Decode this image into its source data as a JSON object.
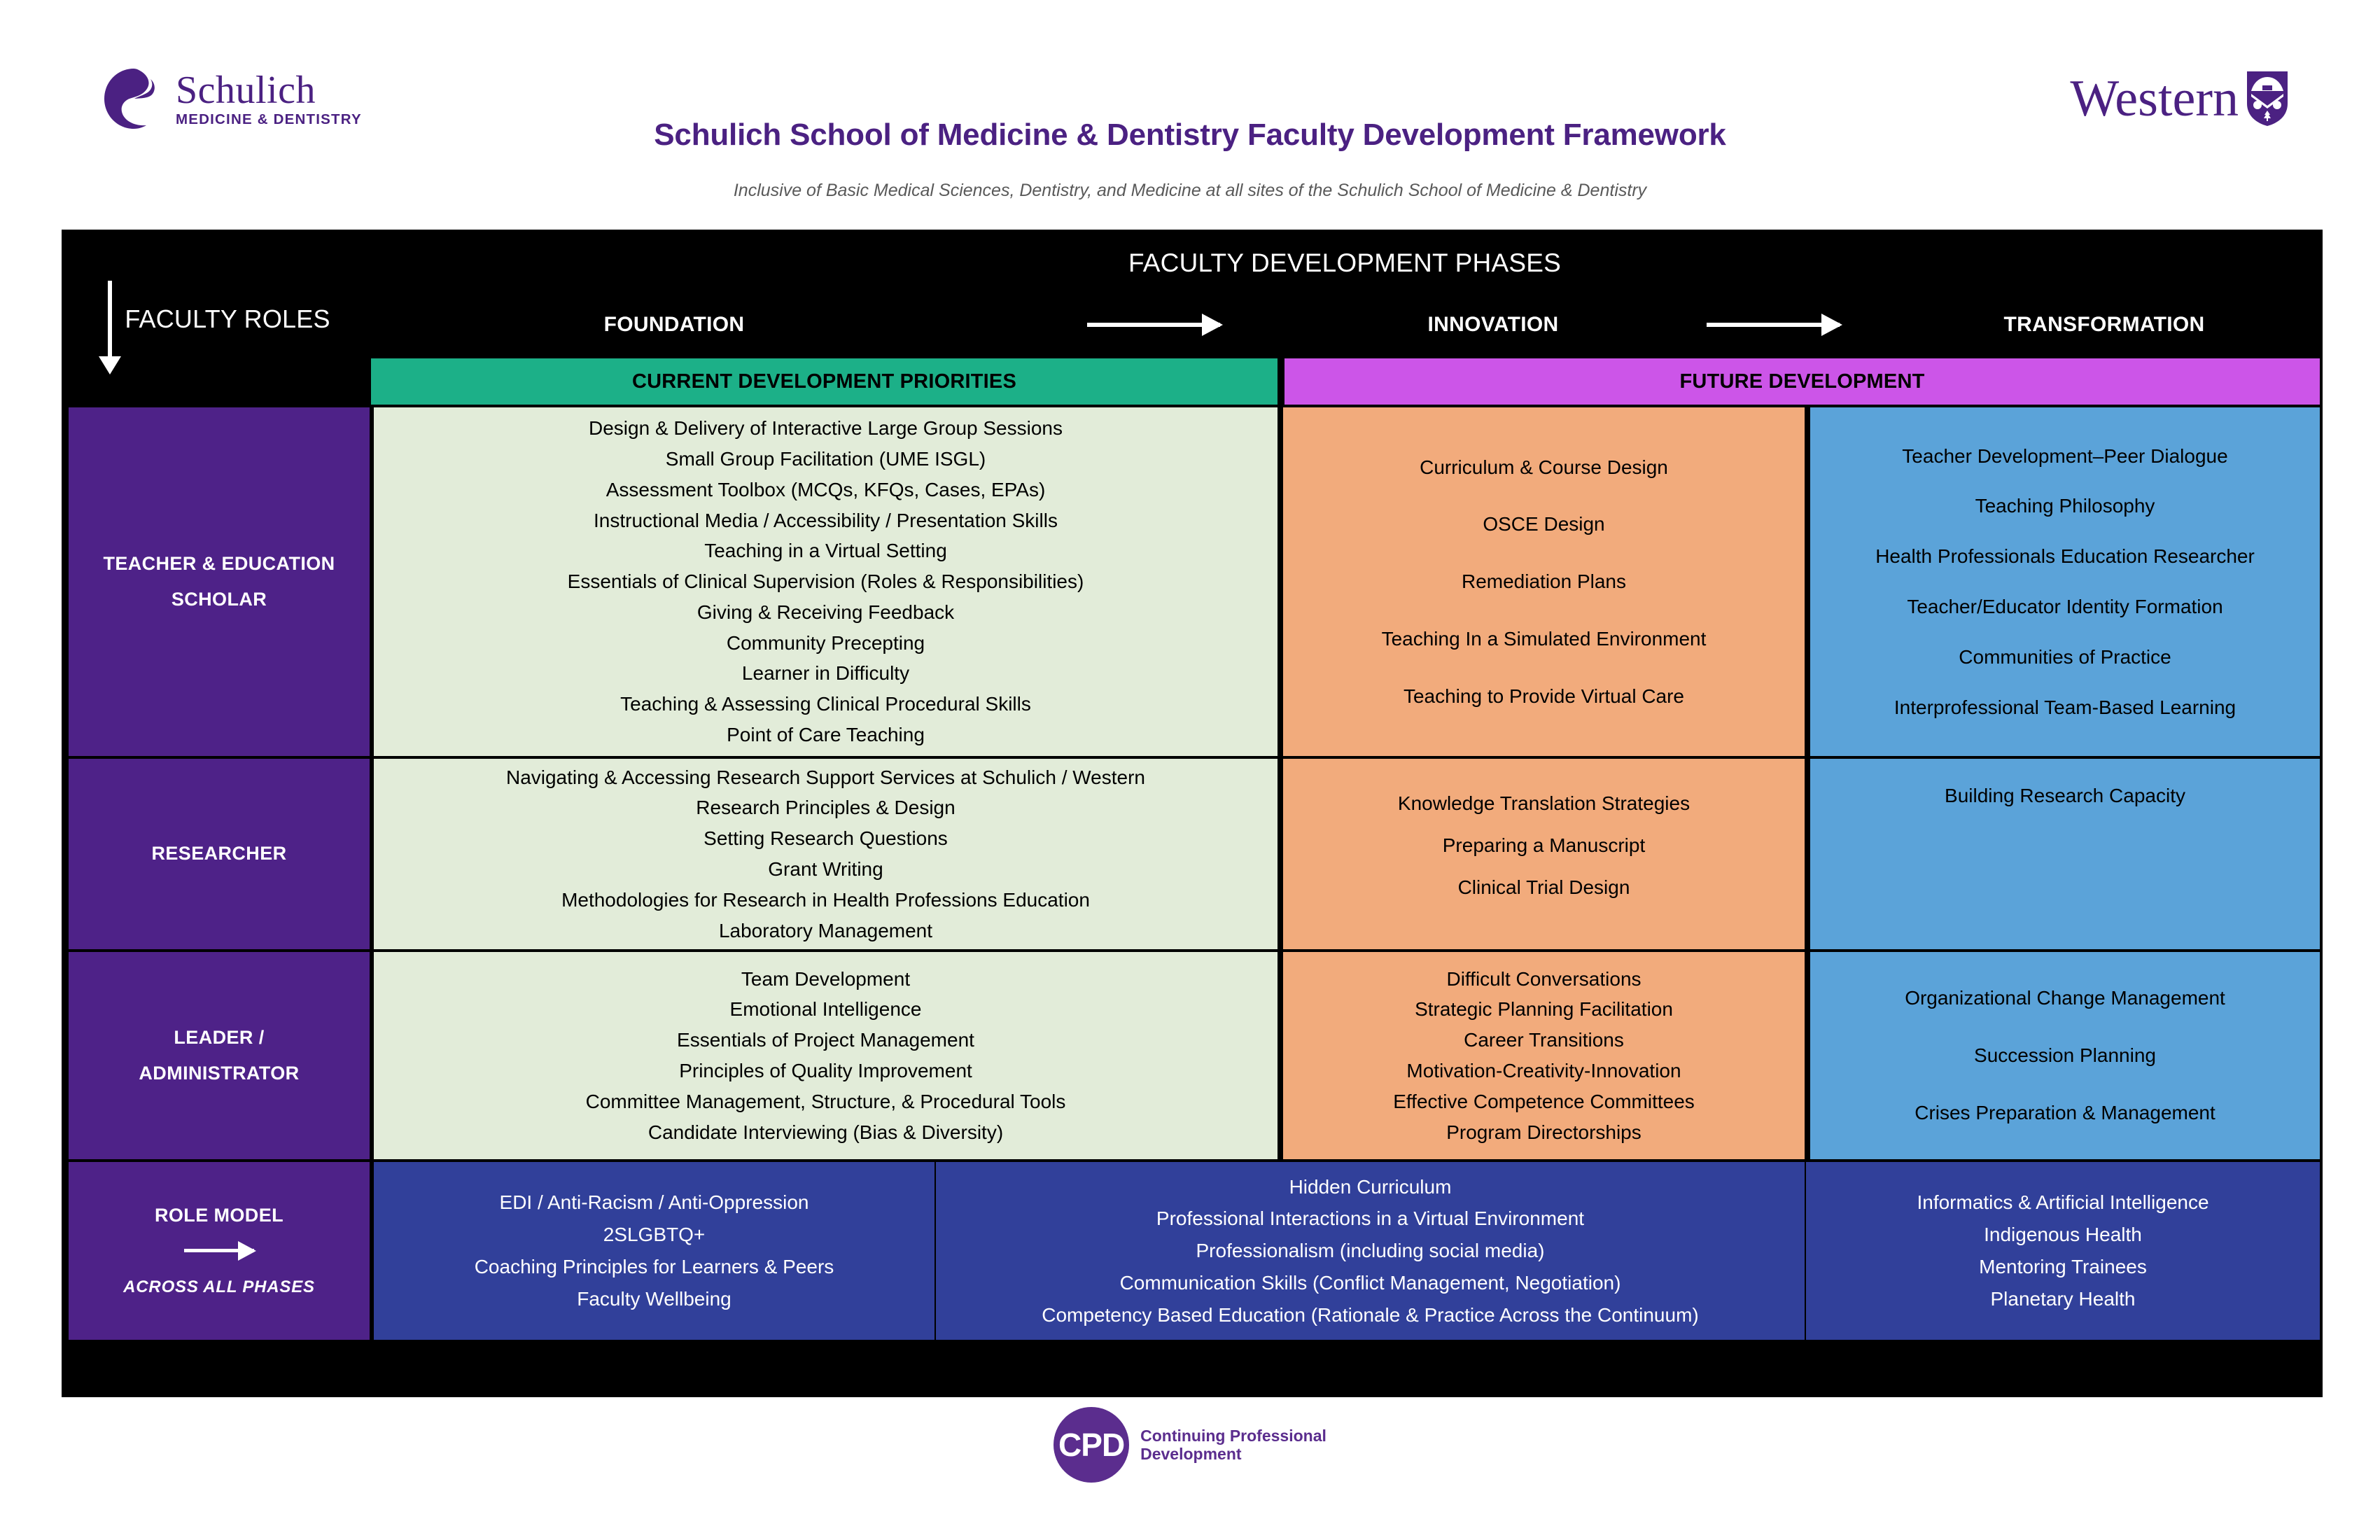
{
  "header": {
    "schulich_logo": {
      "name": "Schulich",
      "sub": "MEDICINE & DENTISTRY"
    },
    "title": "Schulich School of Medicine & Dentistry Faculty Development Framework",
    "subtitle": "Inclusive of Basic Medical Sciences, Dentistry, and Medicine at all sites of the Schulich School of Medicine & Dentistry",
    "western_logo": {
      "name": "Western"
    }
  },
  "table": {
    "phases_header": "FACULTY DEVELOPMENT PHASES",
    "roles_header": "FACULTY ROLES",
    "phases": [
      "FOUNDATION",
      "INNOVATION",
      "TRANSFORMATION"
    ],
    "bands": {
      "current": "CURRENT DEVELOPMENT PRIORITIES",
      "future": "FUTURE DEVELOPMENT"
    },
    "rows": [
      {
        "role_line1": "TEACHER & EDUCATION",
        "role_line2": "SCHOLAR",
        "foundation": [
          "Design & Delivery of Interactive Large Group Sessions",
          "Small Group Facilitation (UME ISGL)",
          "Assessment Toolbox (MCQs, KFQs, Cases, EPAs)",
          "Instructional Media / Accessibility / Presentation Skills",
          "Teaching in a Virtual Setting",
          "Essentials of Clinical Supervision (Roles & Responsibilities)",
          "Giving & Receiving Feedback",
          "Community Precepting",
          "Learner in Difficulty",
          "Teaching & Assessing Clinical Procedural Skills",
          "Point of Care Teaching"
        ],
        "innovation": [
          "Curriculum & Course Design",
          "OSCE Design",
          "Remediation Plans",
          "Teaching In a Simulated Environment",
          "Teaching to Provide Virtual Care"
        ],
        "transformation": [
          "Teacher Development–Peer Dialogue",
          "Teaching Philosophy",
          "Health Professionals Education Researcher",
          "Teacher/Educator Identity Formation",
          "Communities of Practice",
          "Interprofessional Team-Based Learning"
        ]
      },
      {
        "role_line1": "RESEARCHER",
        "role_line2": "",
        "foundation": [
          "Navigating & Accessing Research Support Services at Schulich / Western",
          "Research Principles & Design",
          "Setting Research Questions",
          "Grant Writing",
          "Methodologies for Research in Health Professions Education",
          "Laboratory Management"
        ],
        "innovation": [
          "Knowledge Translation Strategies",
          "Preparing a Manuscript",
          "Clinical Trial Design"
        ],
        "transformation": [
          "Building Research Capacity"
        ]
      },
      {
        "role_line1": "LEADER /",
        "role_line2": "ADMINISTRATOR",
        "foundation": [
          "Team Development",
          "Emotional Intelligence",
          "Essentials of Project Management",
          "Principles of Quality Improvement",
          "Committee Management, Structure, & Procedural Tools",
          "Candidate Interviewing (Bias & Diversity)"
        ],
        "innovation": [
          "Difficult Conversations",
          "Strategic Planning Facilitation",
          "Career Transitions",
          "Motivation-Creativity-Innovation",
          "Effective Competence Committees",
          "Program Directorships"
        ],
        "transformation": [
          "Organizational Change Management",
          "Succession Planning",
          "Crises Preparation & Management"
        ]
      }
    ],
    "role_model": {
      "title": "ROLE MODEL",
      "subtitle": "ACROSS ALL  PHASES",
      "column_a": [
        "EDI / Anti-Racism / Anti-Oppression",
        "2SLGBTQ+",
        "Coaching Principles for Learners & Peers",
        "Faculty Wellbeing"
      ],
      "column_b": [
        "Hidden Curriculum",
        "Professional Interactions in a Virtual Environment",
        "Professionalism (including social media)",
        "Communication Skills (Conflict Management, Negotiation)",
        "Competency Based Education (Rationale & Practice Across the Continuum)"
      ],
      "column_c": [
        "Informatics & Artificial Intelligence",
        "Indigenous Health",
        "Mentoring Trainees",
        "Planetary Health"
      ]
    }
  },
  "footer": {
    "cpd_abbrev": "CPD",
    "cpd_line1": "Continuing Professional",
    "cpd_line2": "Development"
  },
  "colors": {
    "brand_purple": "#4b2182",
    "role_purple": "#4e2288",
    "green_band": "#1cb088",
    "magenta_band": "#cc55e8",
    "foundation_cell": "#e2ecd9",
    "innovation_cell": "#f2ab7c",
    "transformation_cell": "#5ba3d9",
    "role_model_cell": "#31409a"
  }
}
